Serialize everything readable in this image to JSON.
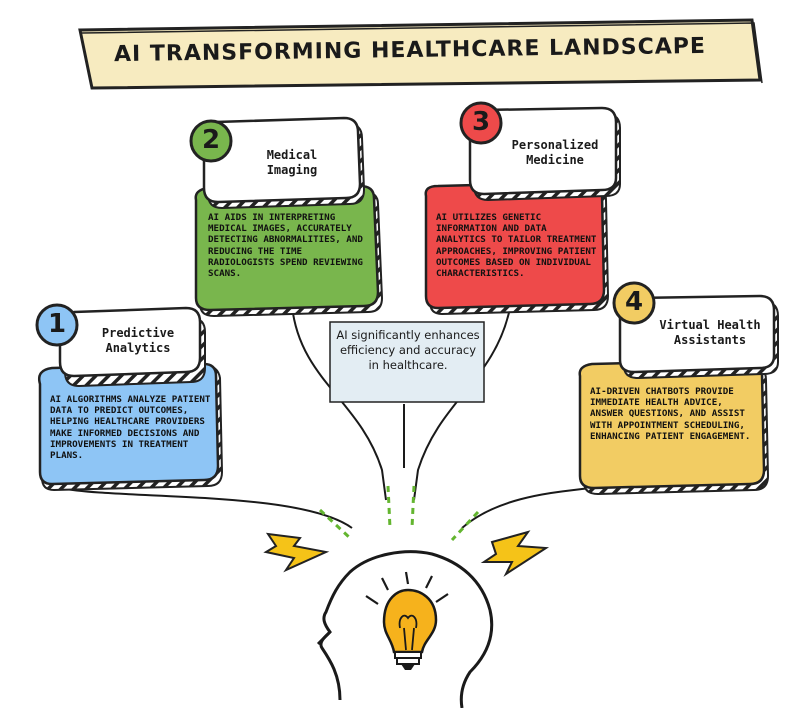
{
  "title": "AI Transforming Healthcare Landscape",
  "center_note": "AI significantly enhances efficiency and accuracy in healthcare.",
  "colors": {
    "banner": "#f7ebc0",
    "predictive": "#8ec5f5",
    "imaging": "#79b64d",
    "personalized": "#ee4a4a",
    "assistants": "#f2cc63",
    "note_box": "#e3edf3",
    "bulb": "#f6b21c",
    "spark": "#f5c318",
    "dash": "#63b52f"
  },
  "cards": [
    {
      "number": "1",
      "title": "Predictive Analytics",
      "body": "AI algorithms analyze patient data to predict outcomes, helping healthcare providers make informed decisions and improvements in treatment plans."
    },
    {
      "number": "2",
      "title": "Medical Imaging",
      "body": "AI aids in interpreting medical images, accurately detecting abnormalities, and reducing the time radiologists spend reviewing scans."
    },
    {
      "number": "3",
      "title": "Personalized Medicine",
      "body": "AI utilizes genetic information and data analytics to tailor treatment approaches, improving patient outcomes based on individual characteristics."
    },
    {
      "number": "4",
      "title": "Virtual Health Assistants",
      "body": "AI-driven chatbots provide immediate health advice, answer questions, and assist with appointment scheduling, enhancing patient engagement."
    }
  ]
}
